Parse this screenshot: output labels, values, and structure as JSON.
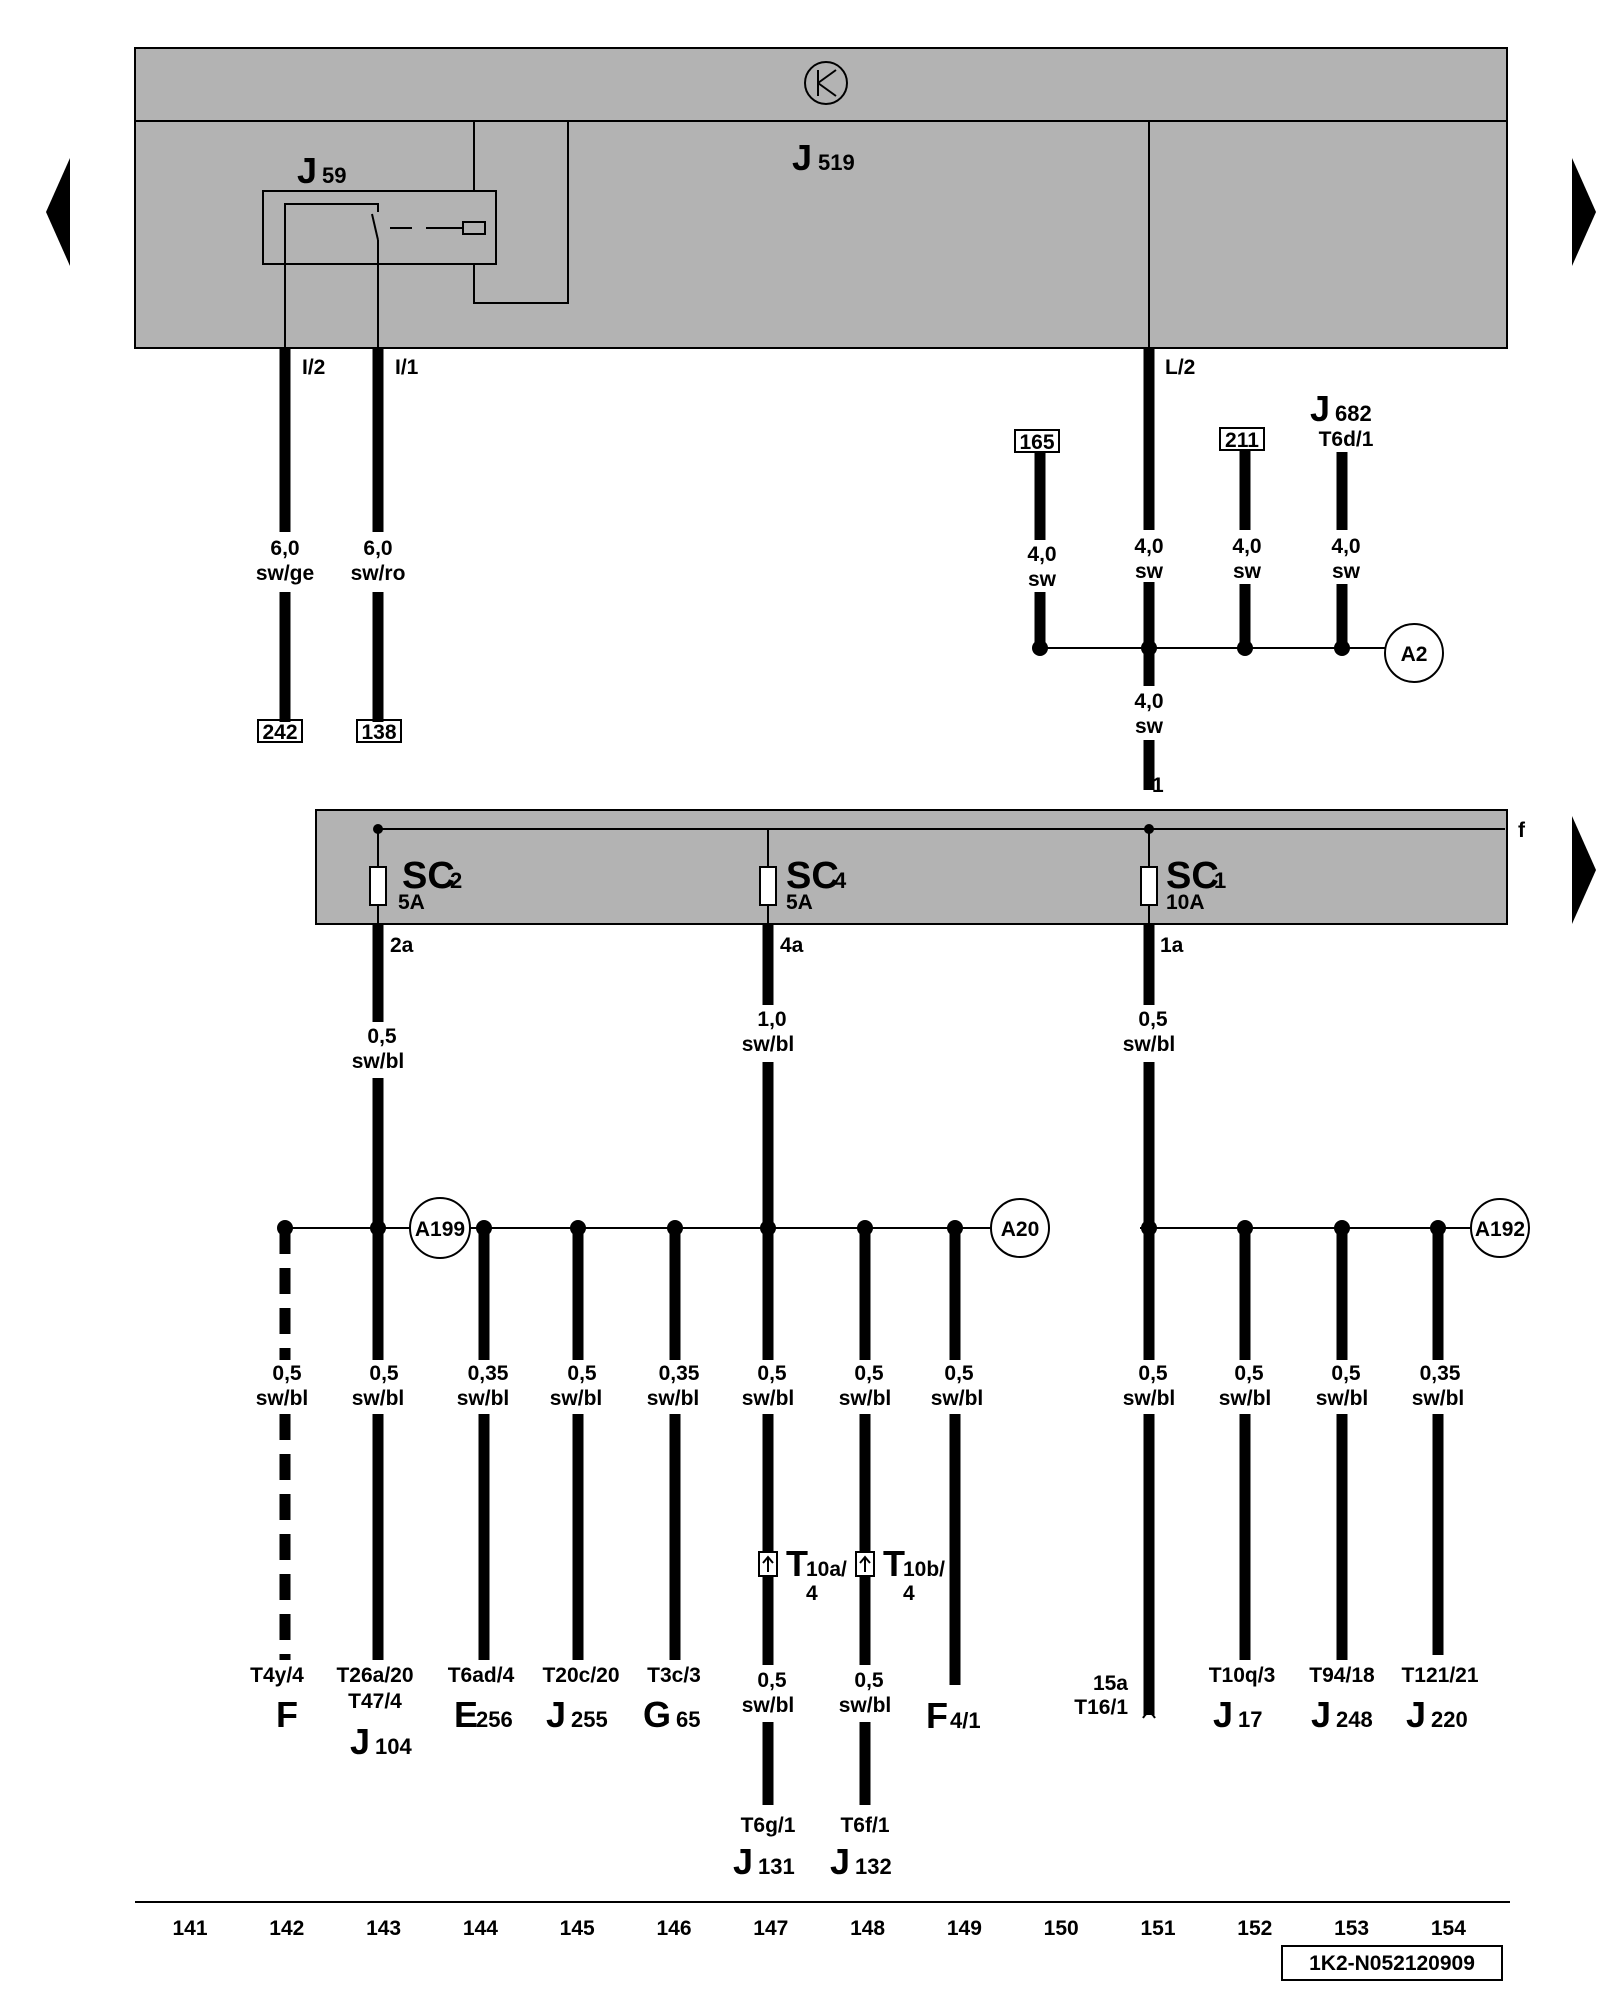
{
  "top_module": {
    "name": "J",
    "sub": "519"
  },
  "relay": {
    "name": "J",
    "sub": "59"
  },
  "module_pins": {
    "i2": "I/2",
    "i1": "I/1",
    "l2": "L/2"
  },
  "wires": {
    "w142_top": {
      "size": "6,0",
      "color": "sw/ge"
    },
    "w143_top": {
      "size": "6,0",
      "color": "sw/ro"
    },
    "w_165": {
      "size": "4,0",
      "color": "sw"
    },
    "w_l2": {
      "size": "4,0",
      "color": "sw"
    },
    "w_211": {
      "size": "4,0",
      "color": "sw"
    },
    "w_j682": {
      "size": "4,0",
      "color": "sw"
    },
    "w_feed": {
      "size": "4,0",
      "color": "sw"
    },
    "w_sc2": {
      "size": "0,5",
      "color": "sw/bl"
    },
    "w_sc4": {
      "size": "1,0",
      "color": "sw/bl"
    },
    "w_sc1": {
      "size": "0,5",
      "color": "sw/bl"
    },
    "b142": {
      "size": "0,5",
      "color": "sw/bl"
    },
    "b143": {
      "size": "0,5",
      "color": "sw/bl"
    },
    "b144": {
      "size": "0,35",
      "color": "sw/bl"
    },
    "b145": {
      "size": "0,5",
      "color": "sw/bl"
    },
    "b146": {
      "size": "0,35",
      "color": "sw/bl"
    },
    "b147": {
      "size": "0,5",
      "color": "sw/bl"
    },
    "b148": {
      "size": "0,5",
      "color": "sw/bl"
    },
    "b149": {
      "size": "0,5",
      "color": "sw/bl"
    },
    "b151": {
      "size": "0,5",
      "color": "sw/bl"
    },
    "b152": {
      "size": "0,5",
      "color": "sw/bl"
    },
    "b153": {
      "size": "0,5",
      "color": "sw/bl"
    },
    "b154": {
      "size": "0,35",
      "color": "sw/bl"
    },
    "l147": {
      "size": "0,5",
      "color": "sw/bl"
    },
    "l148": {
      "size": "0,5",
      "color": "sw/bl"
    }
  },
  "refs": {
    "r242": "242",
    "r138": "138",
    "r165": "165",
    "r211": "211"
  },
  "j682": {
    "name": "J",
    "sub": "682",
    "pin": "T6d/1"
  },
  "junctions": {
    "a2": "A2",
    "a199": "A199",
    "a20": "A20",
    "a192": "A192"
  },
  "fuse_box": {
    "feed_pin": "1",
    "f_label": "f",
    "fuses": [
      {
        "name": "SC",
        "num": "2",
        "rating": "5A",
        "out": "2a"
      },
      {
        "name": "SC",
        "num": "4",
        "rating": "5A",
        "out": "4a"
      },
      {
        "name": "SC",
        "num": "1",
        "rating": "10A",
        "out": "1a"
      }
    ]
  },
  "connectors": [
    {
      "name": "T",
      "sub": "10a/",
      "num": "4"
    },
    {
      "name": "T",
      "sub": "10b/",
      "num": "4"
    }
  ],
  "components": [
    {
      "pin": "T4y/4",
      "pin2": "",
      "name": "F",
      "sub": ""
    },
    {
      "pin": "T26a/20",
      "pin2": "T47/4",
      "name": "J",
      "sub": "104"
    },
    {
      "pin": "T6ad/4",
      "pin2": "",
      "name": "E",
      "sub": "256"
    },
    {
      "pin": "T20c/20",
      "pin2": "",
      "name": "J",
      "sub": "255"
    },
    {
      "pin": "T3c/3",
      "pin2": "",
      "name": "G",
      "sub": "65"
    },
    {
      "pin": "T6g/1",
      "pin2": "",
      "name": "J",
      "sub": "131"
    },
    {
      "pin": "T6f/1",
      "pin2": "",
      "name": "J",
      "sub": "132"
    },
    {
      "pin": "",
      "pin2": "",
      "name": "F",
      "sub": "4/1"
    },
    {
      "pin": "15a",
      "pin2": "T16/1",
      "name": "",
      "sub": ""
    },
    {
      "pin": "T10q/3",
      "pin2": "",
      "name": "J",
      "sub": "17"
    },
    {
      "pin": "T94/18",
      "pin2": "",
      "name": "J",
      "sub": "248"
    },
    {
      "pin": "T121/21",
      "pin2": "",
      "name": "J",
      "sub": "220"
    }
  ],
  "track_numbers": [
    "141",
    "142",
    "143",
    "144",
    "145",
    "146",
    "147",
    "148",
    "149",
    "150",
    "151",
    "152",
    "153",
    "154"
  ],
  "doc_id": "1K2-N052120909"
}
